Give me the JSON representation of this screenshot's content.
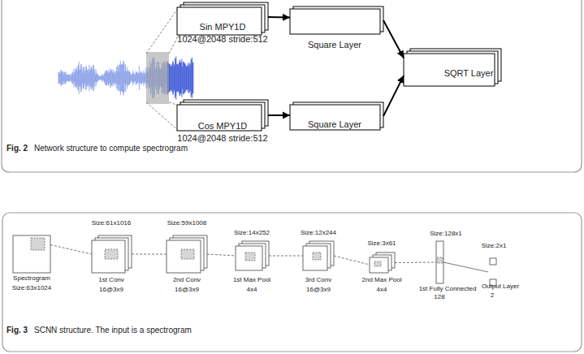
{
  "diagram": {
    "nodes": [
      {
        "text": [
          "Sin MPY1D",
          "1024@2048 stride:512"
        ]
      },
      {
        "text": [
          "Square Layer"
        ]
      },
      {
        "text": [
          "SQRT Layer"
        ]
      },
      {
        "text": [
          "Cos MPY1D",
          "1024@2048 stride:512"
        ]
      },
      {
        "text": [
          "Square Layer"
        ]
      },
      {
        "text": [
          "Spectrogram",
          "Size:63x1024"
        ]
      },
      {
        "text": [
          "Size:61x1016",
          "1st Conv",
          "16@3x9"
        ]
      },
      {
        "text": [
          "Size:59x1008",
          "2nd Conv",
          "16@3x9"
        ]
      },
      {
        "text": [
          "Size:14x252",
          "1st Max Pool",
          "4x4"
        ]
      },
      {
        "text": [
          "Size:12x244",
          "3rd Conv",
          "16@3x9"
        ]
      },
      {
        "text": [
          "Size:3x61",
          "2nd Max Pool",
          "4x4"
        ]
      },
      {
        "text": [
          "Size:128x1",
          "1st Fully Connected",
          "128"
        ]
      },
      {
        "text": [
          "Size:2x1",
          "Output Layer",
          "2"
        ]
      }
    ],
    "edges": [
      {
        "from": 0,
        "to": 1,
        "arrow": "to"
      },
      {
        "from": 3,
        "to": 4,
        "arrow": "to"
      },
      {
        "from": 1,
        "to": 2,
        "arrow": "to"
      },
      {
        "from": 4,
        "to": 2,
        "arrow": "to"
      },
      {
        "from": 5,
        "to": 6,
        "arrow": "none"
      },
      {
        "from": 6,
        "to": 7,
        "arrow": "none"
      },
      {
        "from": 7,
        "to": 8,
        "arrow": "none"
      },
      {
        "from": 8,
        "to": 9,
        "arrow": "none"
      },
      {
        "from": 9,
        "to": 10,
        "arrow": "none"
      },
      {
        "from": 10,
        "to": 11,
        "arrow": "none"
      },
      {
        "from": 11,
        "to": 12,
        "arrow": "none"
      }
    ],
    "labels": [
      "Fig. 2",
      "Network structure to compute spectrogram",
      "Fig. 3",
      "SCNN structure. The input is a spectrogram"
    ]
  }
}
